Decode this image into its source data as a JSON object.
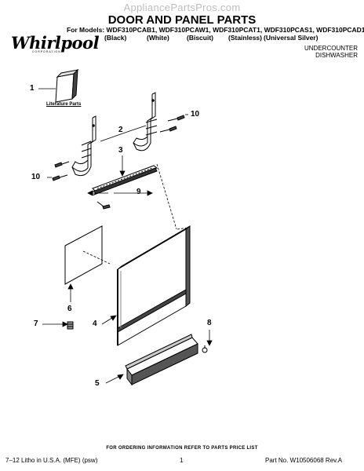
{
  "site": "AppliancePartsPros.com",
  "title": "DOOR AND PANEL PARTS",
  "models_line": "For Models: WDF310PCAB1, WDF310PCAW1, WDF310PCAT1, WDF310PCAS1, WDF310PCAD1",
  "colors": [
    "(Black)",
    "(White)",
    "(Biscuit)",
    "(Stainless)",
    "(Universal Silver)"
  ],
  "brand": "Whirlpool",
  "brand_sub": "CORPORATION",
  "appliance_line1": "UNDERCOUNTER",
  "appliance_line2": "DISHWASHER",
  "literature_label": "Literature Parts",
  "callouts": {
    "c1": "1",
    "c2": "2",
    "c3": "3",
    "c4": "4",
    "c5": "5",
    "c6": "6",
    "c7": "7",
    "c8": "8",
    "c9": "9",
    "c10a": "10",
    "c10b": "10"
  },
  "footer": {
    "ordering": "FOR ORDERING INFORMATION REFER TO PARTS PRICE LIST",
    "left": "7–12  Litho in U.S.A. (MFE) (psw)",
    "page": "1",
    "part_no": "Part No. W10506068 Rev.A"
  }
}
